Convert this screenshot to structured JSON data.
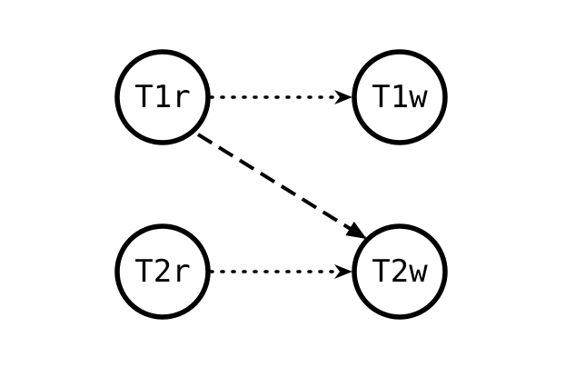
{
  "nodes": [
    {
      "id": "t1r",
      "label": "T1r"
    },
    {
      "id": "t1w",
      "label": "T1w"
    },
    {
      "id": "t2r",
      "label": "T2r"
    },
    {
      "id": "t2w",
      "label": "T2w"
    }
  ],
  "edges": [
    {
      "from": "t1r",
      "to": "t1w",
      "style": "dotted"
    },
    {
      "from": "t1r",
      "to": "t2w",
      "style": "dashed"
    },
    {
      "from": "t2r",
      "to": "t2w",
      "style": "dotted"
    }
  ],
  "colors": {
    "stroke": "#000000",
    "background": "#ffffff"
  }
}
